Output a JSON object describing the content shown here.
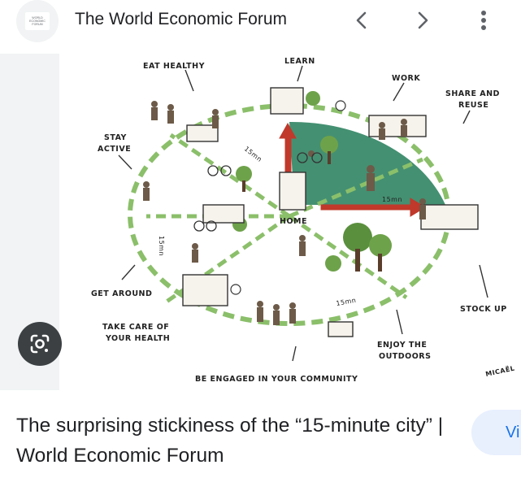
{
  "header": {
    "site_name": "The World Economic Forum",
    "logo_text": "WORLD ECONOMIC FORUM",
    "icons": [
      "chevron-left-icon",
      "chevron-right-icon",
      "more-vert-icon"
    ]
  },
  "illustration": {
    "labels": {
      "learn": "LEARN",
      "eat_healthy": "EAT HEALTHY",
      "work": "WORK",
      "share_reuse_1": "SHARE AND",
      "share_reuse_2": "REUSE",
      "stay_active_1": "STAY",
      "stay_active_2": "ACTIVE",
      "home": "HOME",
      "get_around": "GET AROUND",
      "take_care_1": "TAKE CARE OF",
      "take_care_2": "YOUR HEALTH",
      "stock_up": "STOCK UP",
      "enjoy_1": "ENJOY THE",
      "enjoy_2": "OUTDOORS",
      "community": "BE ENGAGED IN YOUR COMMUNITY",
      "signature": "MICAËL"
    },
    "minute_marks": [
      "15mn",
      "15mn",
      "15mn",
      "15mn"
    ],
    "colors": {
      "green_zone": "#3a8a6a",
      "red_arrow": "#c0392b",
      "path_green": "#8bbf6a"
    }
  },
  "lens": {
    "icon": "google-lens-icon"
  },
  "caption": {
    "title": "The surprising stickiness of the “15-minute city” | World Economic Forum"
  },
  "visit": {
    "label": "Vi"
  }
}
